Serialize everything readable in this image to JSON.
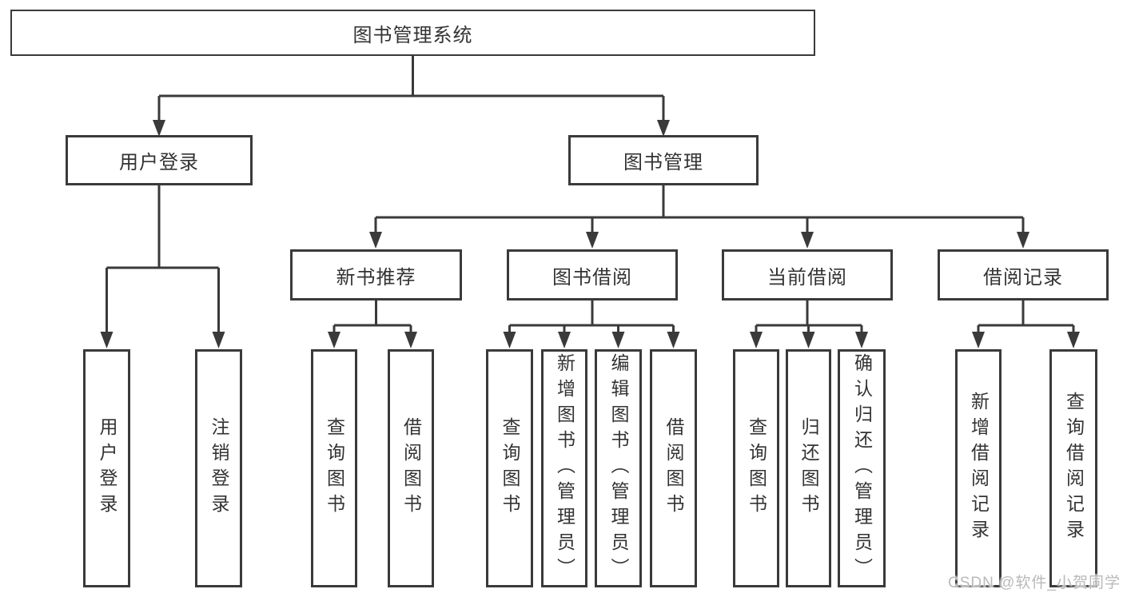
{
  "diagram": {
    "type": "function-structure-tree",
    "root": {
      "label": "图书管理系统"
    },
    "branches": [
      {
        "label": "用户登录",
        "children": [
          {
            "label": "用户登录"
          },
          {
            "label": "注销登录"
          }
        ]
      },
      {
        "label": "图书管理",
        "children": [
          {
            "label": "新书推荐",
            "children": [
              {
                "label": "查询图书"
              },
              {
                "label": "借阅图书"
              }
            ]
          },
          {
            "label": "图书借阅",
            "children": [
              {
                "label": "查询图书"
              },
              {
                "label": "新增图书（管理员）"
              },
              {
                "label": "编辑图书（管理员）"
              },
              {
                "label": "借阅图书"
              }
            ]
          },
          {
            "label": "当前借阅",
            "children": [
              {
                "label": "查询图书"
              },
              {
                "label": "归还图书"
              },
              {
                "label": "确认归还（管理员）"
              }
            ]
          },
          {
            "label": "借阅记录",
            "children": [
              {
                "label": "新增借阅记录"
              },
              {
                "label": "查询借阅记录"
              }
            ]
          }
        ]
      }
    ],
    "line_color": "#3a3a3a",
    "box_background": "#ffffff",
    "text_color": "#333333"
  },
  "watermark": "CSDN @软件_小贺同学"
}
